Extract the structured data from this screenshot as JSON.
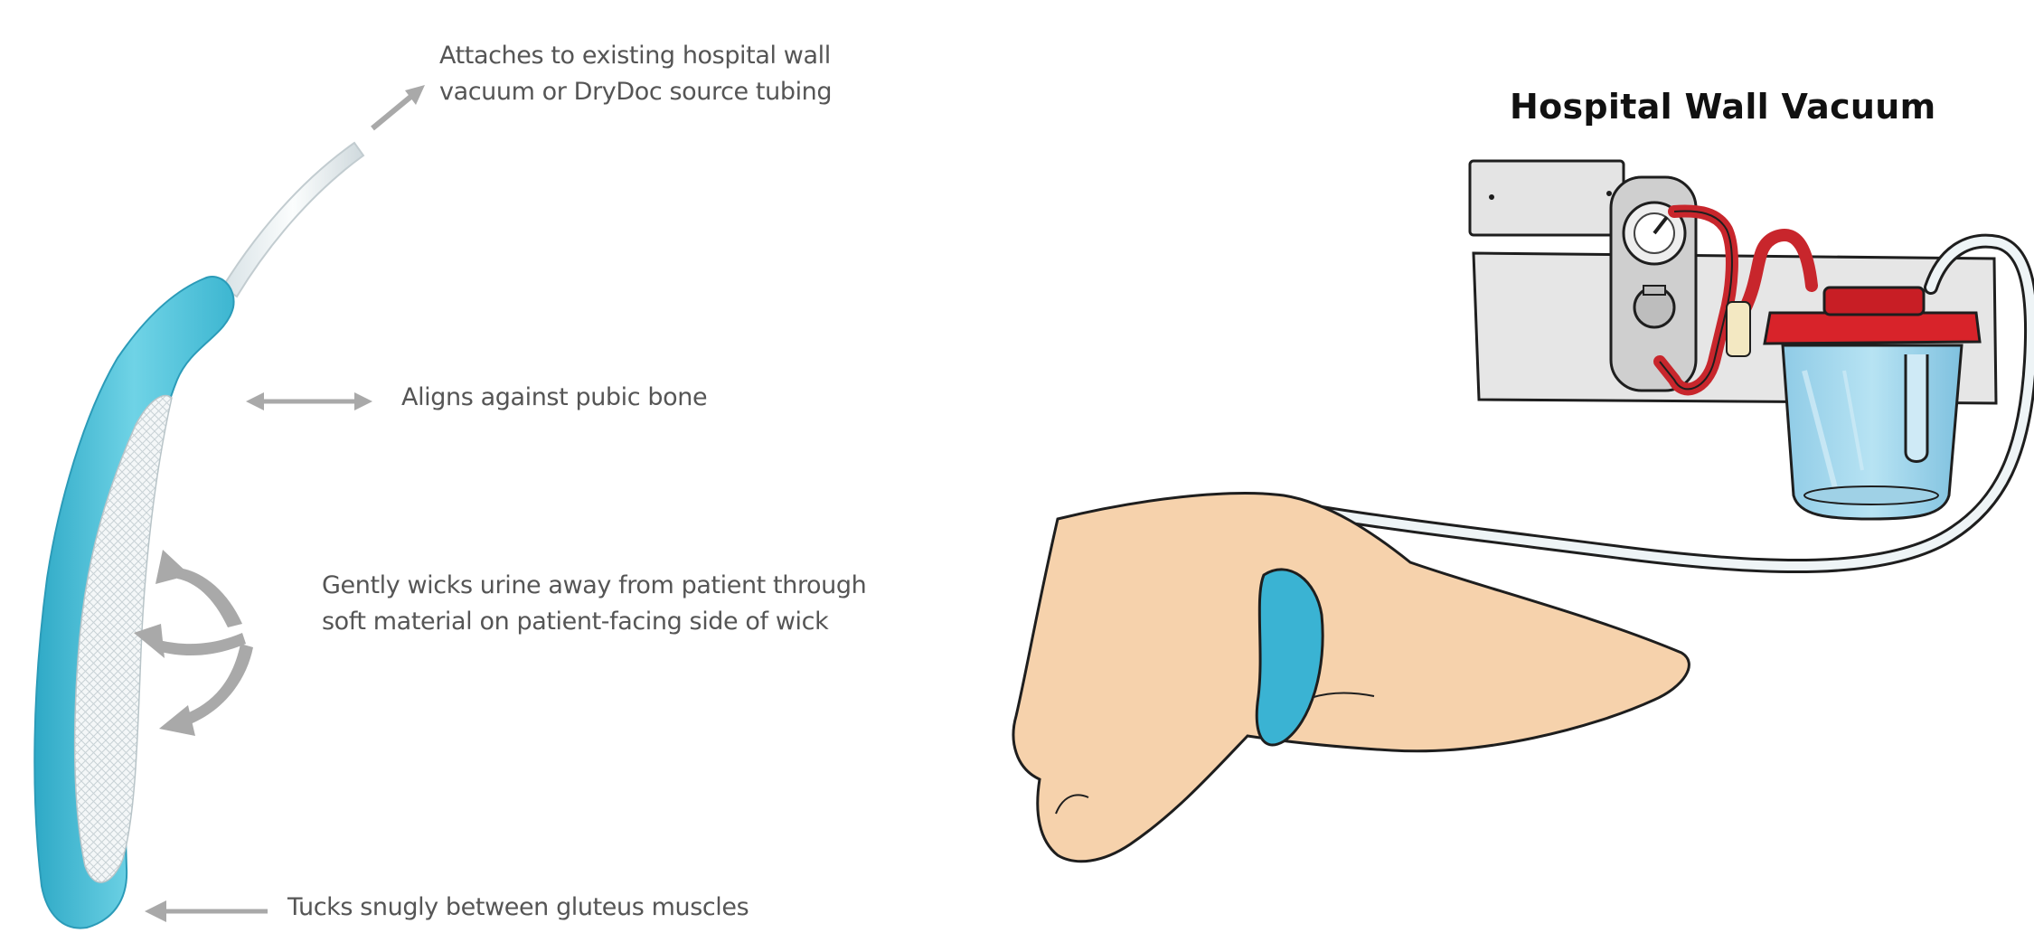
{
  "callouts": {
    "attach": {
      "line1": "Attaches to existing hospital wall",
      "line2": "vacuum or DryDoc source tubing"
    },
    "align": {
      "line1": "Aligns against pubic bone"
    },
    "wick": {
      "line1": "Gently wicks urine away from patient through",
      "line2": "soft material on patient-facing side of wick"
    },
    "tuck": {
      "line1": "Tucks snugly between gluteus muscles"
    }
  },
  "vacuum": {
    "title": "Hospital Wall Vacuum"
  },
  "colors": {
    "wick_blue": "#4fc3d9",
    "wick_blue_dark": "#2aa4c2",
    "mesh_white": "#eef3f5",
    "tubing_clear": "#e4ecef",
    "arrow_gray": "#a7a7a7",
    "skin": "#f6d2ac",
    "canister_blue": "#9fd6ee",
    "lid_red": "#d8232a",
    "panel_gray": "#e6e6e6",
    "outline": "#1e1e1e"
  },
  "icons": [
    "double-arrow-icon",
    "curved-arrow-icon",
    "single-arrow-icon"
  ]
}
